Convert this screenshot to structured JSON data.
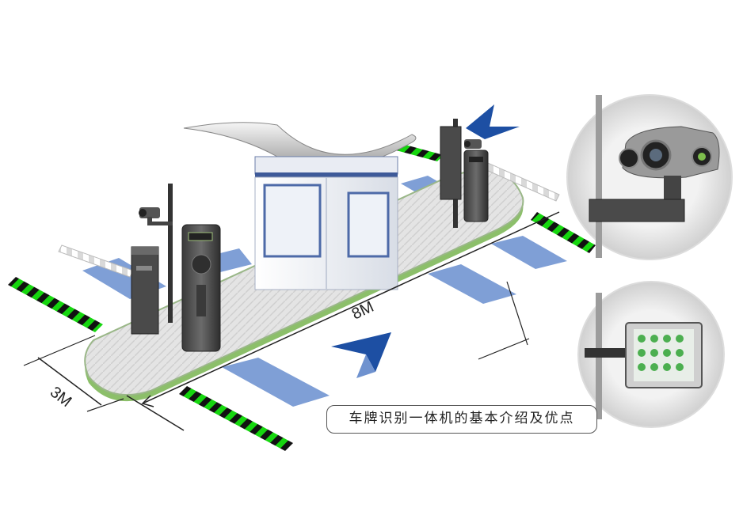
{
  "scene": {
    "caption": "车牌识别一体机的基本介绍及优点",
    "dimension_length": "8M",
    "dimension_width": "3M"
  },
  "colors": {
    "lane_stripe": "#16d60f",
    "road_mark": "#7f9fd6",
    "arrow": "#1d4fa3",
    "island_fill": "#e6e6e6",
    "island_edge": "#8cbf6a"
  },
  "icons": [
    "direction-arrow-icon",
    "direction-arrow-icon"
  ]
}
